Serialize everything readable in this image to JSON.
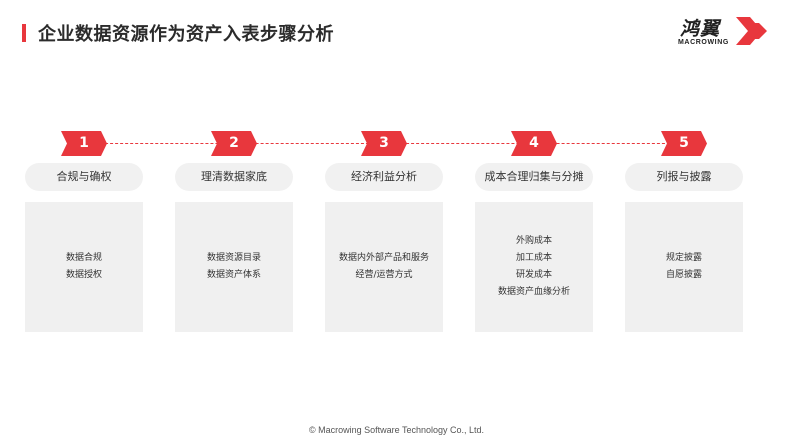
{
  "header": {
    "title": "企业数据资源作为资产入表步骤分析"
  },
  "logo": {
    "name_cn": "鸿翼",
    "name_en": "MACROWING"
  },
  "colors": {
    "accent": "#e8373d",
    "panel": "#f0f0f0",
    "pill": "#f1f1f1"
  },
  "steps": [
    {
      "number": "1",
      "title": "合规与确权",
      "items": [
        "数据合规",
        "数据授权"
      ]
    },
    {
      "number": "2",
      "title": "理清数据家底",
      "items": [
        "数据资源目录",
        "数据资产体系"
      ]
    },
    {
      "number": "3",
      "title": "经济利益分析",
      "items": [
        "数据内外部产品和服务",
        "经营/运营方式"
      ]
    },
    {
      "number": "4",
      "title": "成本合理归集与分摊",
      "items": [
        "外购成本",
        "加工成本",
        "研发成本",
        "数据资产血缘分析"
      ]
    },
    {
      "number": "5",
      "title": "列报与披露",
      "items": [
        "规定披露",
        "自愿披露"
      ]
    }
  ],
  "footer": {
    "copyright": "© Macrowing Software Technology Co., Ltd."
  }
}
